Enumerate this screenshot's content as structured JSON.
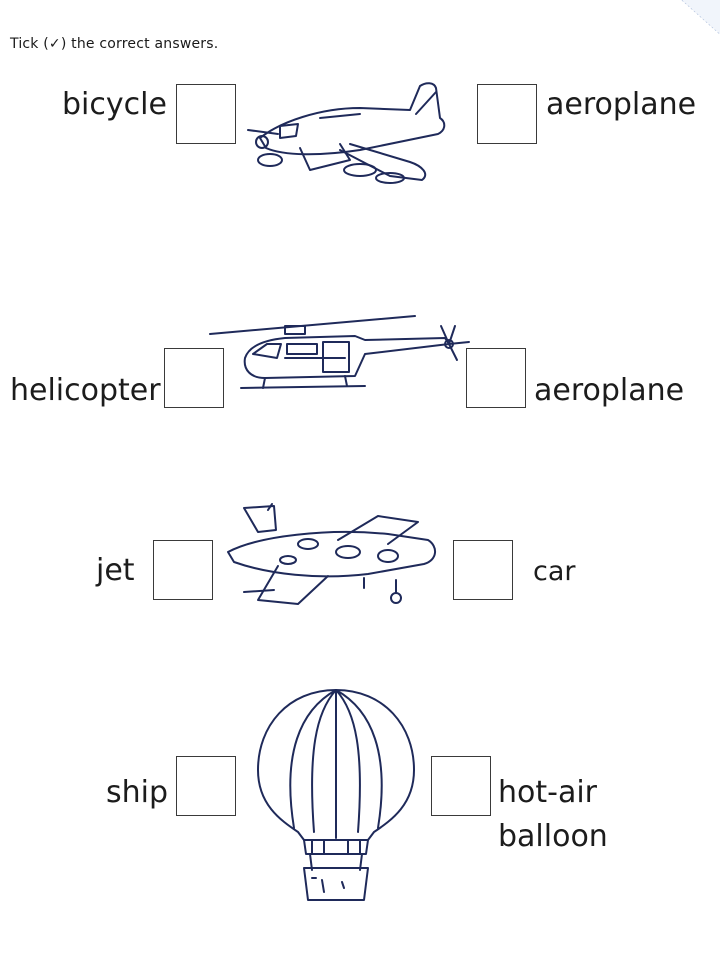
{
  "instruction": "Tick (✓) the correct answers.",
  "rows": [
    {
      "left_word": "bicycle",
      "right_word": "aeroplane",
      "picture": "aeroplane-drawing"
    },
    {
      "left_word": "helicopter",
      "right_word": "aeroplane",
      "picture": "helicopter-drawing"
    },
    {
      "left_word": "jet",
      "right_word": "car",
      "picture": "jet-drawing"
    },
    {
      "left_word": "ship",
      "right_word": "hot-air",
      "right_word_line2": "balloon",
      "picture": "hot-air-balloon-drawing"
    }
  ],
  "colors": {
    "ink": "#1c1c1c",
    "drawing": "#1f2a5a",
    "box_border": "#3a3a3a"
  }
}
